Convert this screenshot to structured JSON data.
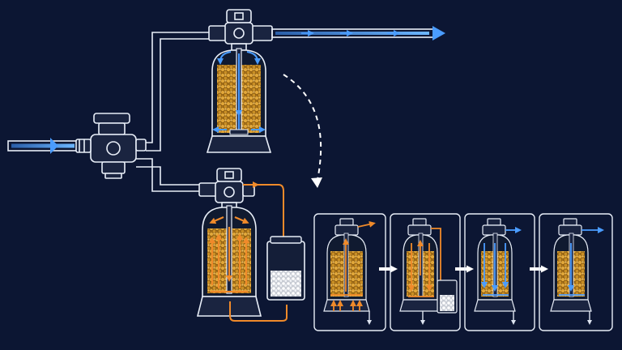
{
  "diagram": {
    "components": [
      {
        "name": "inlet-pipe",
        "kind": "pipe"
      },
      {
        "name": "bypass-valve-head",
        "kind": "valve"
      },
      {
        "name": "service-tank",
        "kind": "resin-tank",
        "state": "service"
      },
      {
        "name": "regen-tank",
        "kind": "resin-tank",
        "state": "regeneration"
      },
      {
        "name": "brine-tank",
        "kind": "salt-tank"
      },
      {
        "name": "outlet-pipe",
        "kind": "pipe"
      }
    ],
    "regeneration_steps": [
      {
        "id": "step-1",
        "flow": "backwash",
        "color": "orange"
      },
      {
        "id": "step-2",
        "flow": "brine-draw",
        "color": "orange"
      },
      {
        "id": "step-3",
        "flow": "slow-rinse",
        "color": "blue"
      },
      {
        "id": "step-4",
        "flow": "fast-rinse",
        "color": "blue"
      }
    ]
  },
  "colors": {
    "background": "#0c1633",
    "line": "#e8eef8",
    "blue_flow": "#4a9cff",
    "orange_flow": "#f08a2a",
    "resin": "#c99028"
  }
}
